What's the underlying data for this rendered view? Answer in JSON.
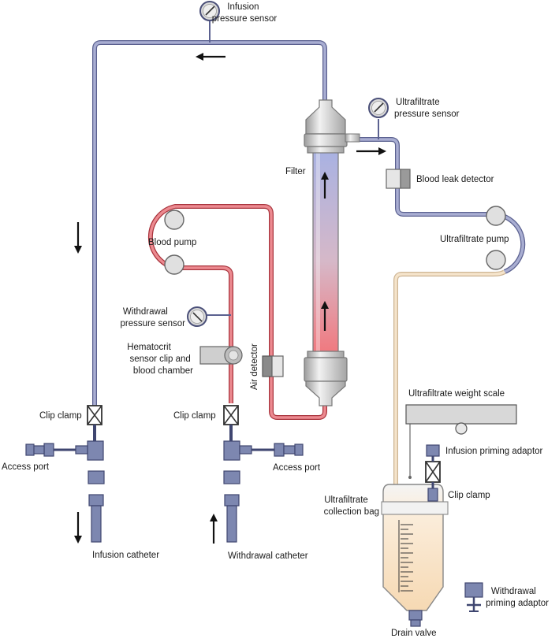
{
  "labels": {
    "infusion_pressure_sensor": [
      "Infusion",
      "pressure sensor"
    ],
    "ultrafiltrate_pressure_sensor": [
      "Ultrafiltrate",
      "pressure sensor"
    ],
    "filter": "Filter",
    "blood_leak_detector": "Blood leak detector",
    "blood_pump": "Blood pump",
    "ultrafiltrate_pump": "Ultrafiltrate pump",
    "withdrawal_pressure_sensor": [
      "Withdrawal",
      "pressure sensor"
    ],
    "hematocrit_sensor": [
      "Hematocrit",
      "sensor clip and",
      "blood chamber"
    ],
    "air_detector": "Air detector",
    "clip_clamp_left": "Clip clamp",
    "clip_clamp_mid": "Clip clamp",
    "clip_clamp_right": "Clip clamp",
    "access_port_left": "Access port",
    "access_port_right": "Access port",
    "ultrafiltrate_weight_scale": "Ultrafiltrate weight scale",
    "infusion_priming_adaptor": "Infusion priming adaptor",
    "ultrafiltrate_collection_bag": [
      "Ultrafiltrate",
      "collection bag"
    ],
    "infusion_catheter": "Infusion catheter",
    "withdrawal_catheter": "Withdrawal catheter",
    "withdrawal_priming_adaptor": [
      "Withdrawal",
      "priming adaptor"
    ],
    "drain_valve": "Drain valve"
  },
  "colors": {
    "infusion_line": "#8d92b8",
    "blood_line": "#d9555f",
    "ultrafiltrate_line": "#f0dcc0",
    "component_blue": "#7d87b0",
    "component_gray": "#c9c9c9"
  }
}
